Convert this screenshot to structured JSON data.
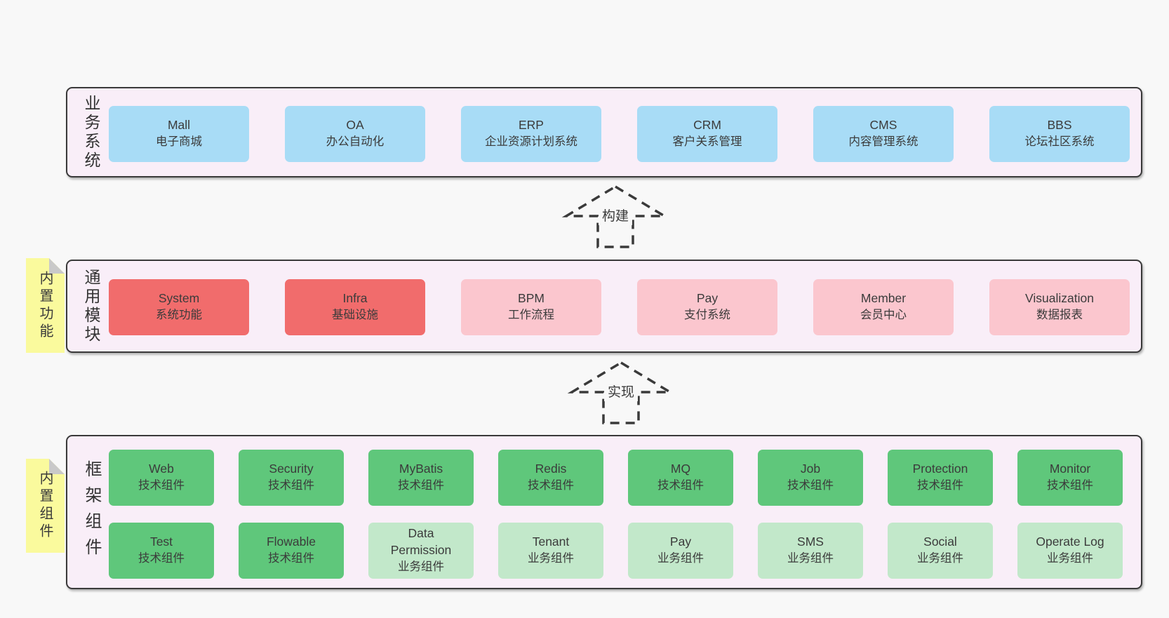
{
  "colors": {
    "page_bg": "#f8f8f8",
    "panel_bg": "#f9eef8",
    "panel_border": "#3a3a3a",
    "blue": "#a8dcf6",
    "red": "#f16c6c",
    "pink": "#fbc6ce",
    "green": "#5fc77b",
    "lightgreen": "#c2e8ca",
    "yellow": "#fafa9d",
    "fold": "#c9c9c9",
    "arrow": "#3a3a3a",
    "text": "#3b3b3b"
  },
  "sections": {
    "business": {
      "label": "业务系统",
      "items": [
        {
          "name": "Mall",
          "desc": "电子商城",
          "variant": "blue"
        },
        {
          "name": "OA",
          "desc": "办公自动化",
          "variant": "blue"
        },
        {
          "name": "ERP",
          "desc": "企业资源计划系统",
          "variant": "blue"
        },
        {
          "name": "CRM",
          "desc": "客户关系管理",
          "variant": "blue"
        },
        {
          "name": "CMS",
          "desc": "内容管理系统",
          "variant": "blue"
        },
        {
          "name": "BBS",
          "desc": "论坛社区系统",
          "variant": "blue"
        }
      ]
    },
    "arrow_build": {
      "label": "构建"
    },
    "modules": {
      "note": "内置功能",
      "label": "通用模块",
      "items": [
        {
          "name": "System",
          "desc": "系统功能",
          "variant": "red"
        },
        {
          "name": "Infra",
          "desc": "基础设施",
          "variant": "red"
        },
        {
          "name": "BPM",
          "desc": "工作流程",
          "variant": "pink"
        },
        {
          "name": "Pay",
          "desc": "支付系统",
          "variant": "pink"
        },
        {
          "name": "Member",
          "desc": "会员中心",
          "variant": "pink"
        },
        {
          "name": "Visualization",
          "desc": "数据报表",
          "variant": "pink"
        }
      ]
    },
    "arrow_implement": {
      "label": "实现"
    },
    "framework": {
      "note": "内置组件",
      "label": "框架组件",
      "rows": [
        [
          {
            "name": "Web",
            "desc": "技术组件",
            "variant": "green"
          },
          {
            "name": "Security",
            "desc": "技术组件",
            "variant": "green"
          },
          {
            "name": "MyBatis",
            "desc": "技术组件",
            "variant": "green"
          },
          {
            "name": "Redis",
            "desc": "技术组件",
            "variant": "green"
          },
          {
            "name": "MQ",
            "desc": "技术组件",
            "variant": "green"
          },
          {
            "name": "Job",
            "desc": "技术组件",
            "variant": "green"
          },
          {
            "name": "Protection",
            "desc": "技术组件",
            "variant": "green"
          },
          {
            "name": "Monitor",
            "desc": "技术组件",
            "variant": "green"
          }
        ],
        [
          {
            "name": "Test",
            "desc": "技术组件",
            "variant": "green"
          },
          {
            "name": "Flowable",
            "desc": "技术组件",
            "variant": "green"
          },
          {
            "name": "Data\nPermission",
            "desc": "业务组件",
            "variant": "lightgreen"
          },
          {
            "name": "Tenant",
            "desc": "业务组件",
            "variant": "lightgreen"
          },
          {
            "name": "Pay",
            "desc": "业务组件",
            "variant": "lightgreen"
          },
          {
            "name": "SMS",
            "desc": "业务组件",
            "variant": "lightgreen"
          },
          {
            "name": "Social",
            "desc": "业务组件",
            "variant": "lightgreen"
          },
          {
            "name": "Operate Log",
            "desc": "业务组件",
            "variant": "lightgreen"
          }
        ]
      ]
    }
  }
}
